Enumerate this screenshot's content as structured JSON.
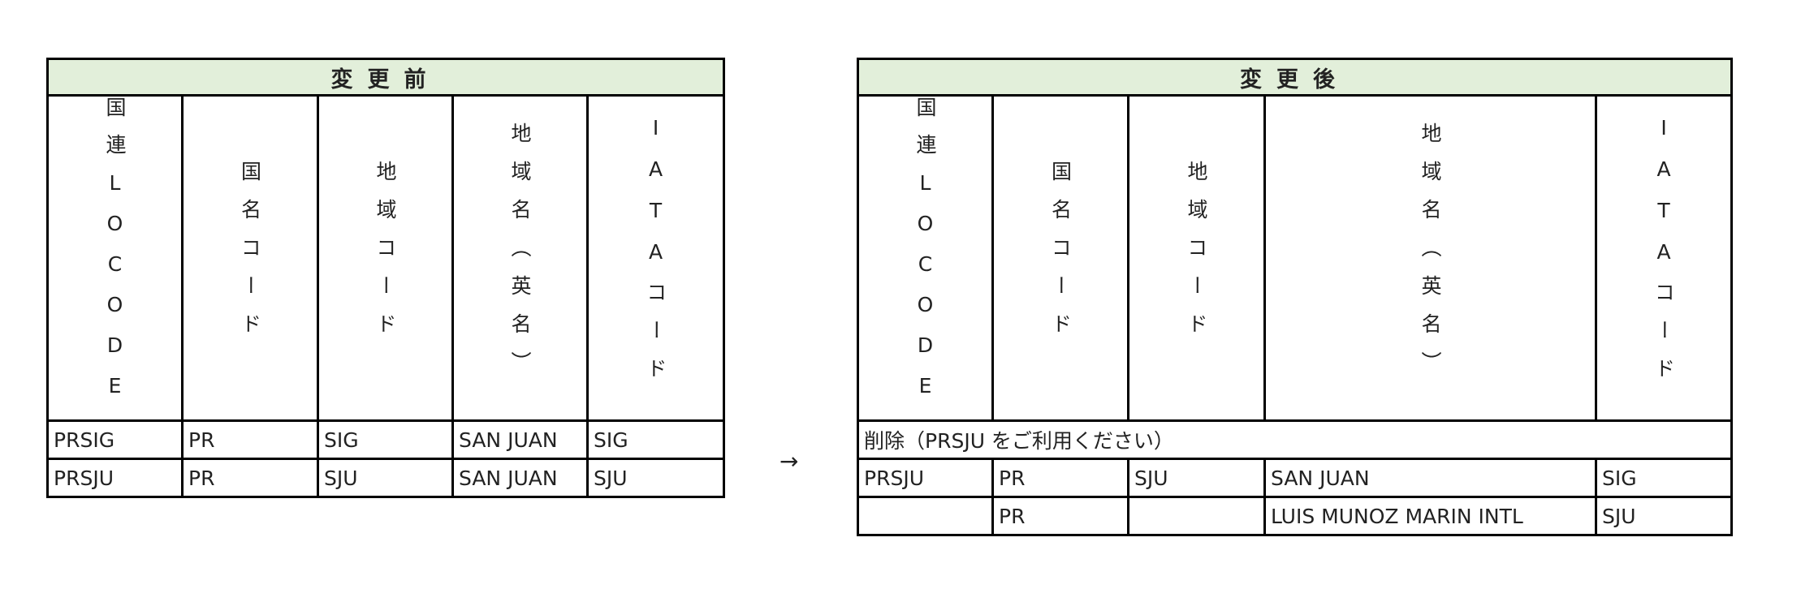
{
  "before": {
    "title": "変更前",
    "headers": [
      "国連LOCODE",
      "国名コード",
      "地域コード",
      "地域名（英名）",
      "IATAコード"
    ],
    "rows": [
      [
        "PRSIG",
        "PR",
        "SIG",
        "SAN JUAN",
        "SIG"
      ],
      [
        "PRSJU",
        "PR",
        "SJU",
        "SAN JUAN",
        "SJU"
      ]
    ]
  },
  "arrow": "→",
  "after": {
    "title": "変更後",
    "headers": [
      "国連LOCODE",
      "国名コード",
      "地域コード",
      "地域名（英名）",
      "IATAコード"
    ],
    "note": "削除（PRSJU をご利用ください）",
    "rows": [
      [
        "PRSJU",
        "PR",
        "SJU",
        "SAN JUAN",
        "SIG"
      ],
      [
        "",
        "PR",
        "",
        "LUIS MUNOZ MARIN INTL",
        "SJU"
      ]
    ]
  },
  "colors": {
    "title_bg": "#e2efda",
    "border": "#000000"
  }
}
